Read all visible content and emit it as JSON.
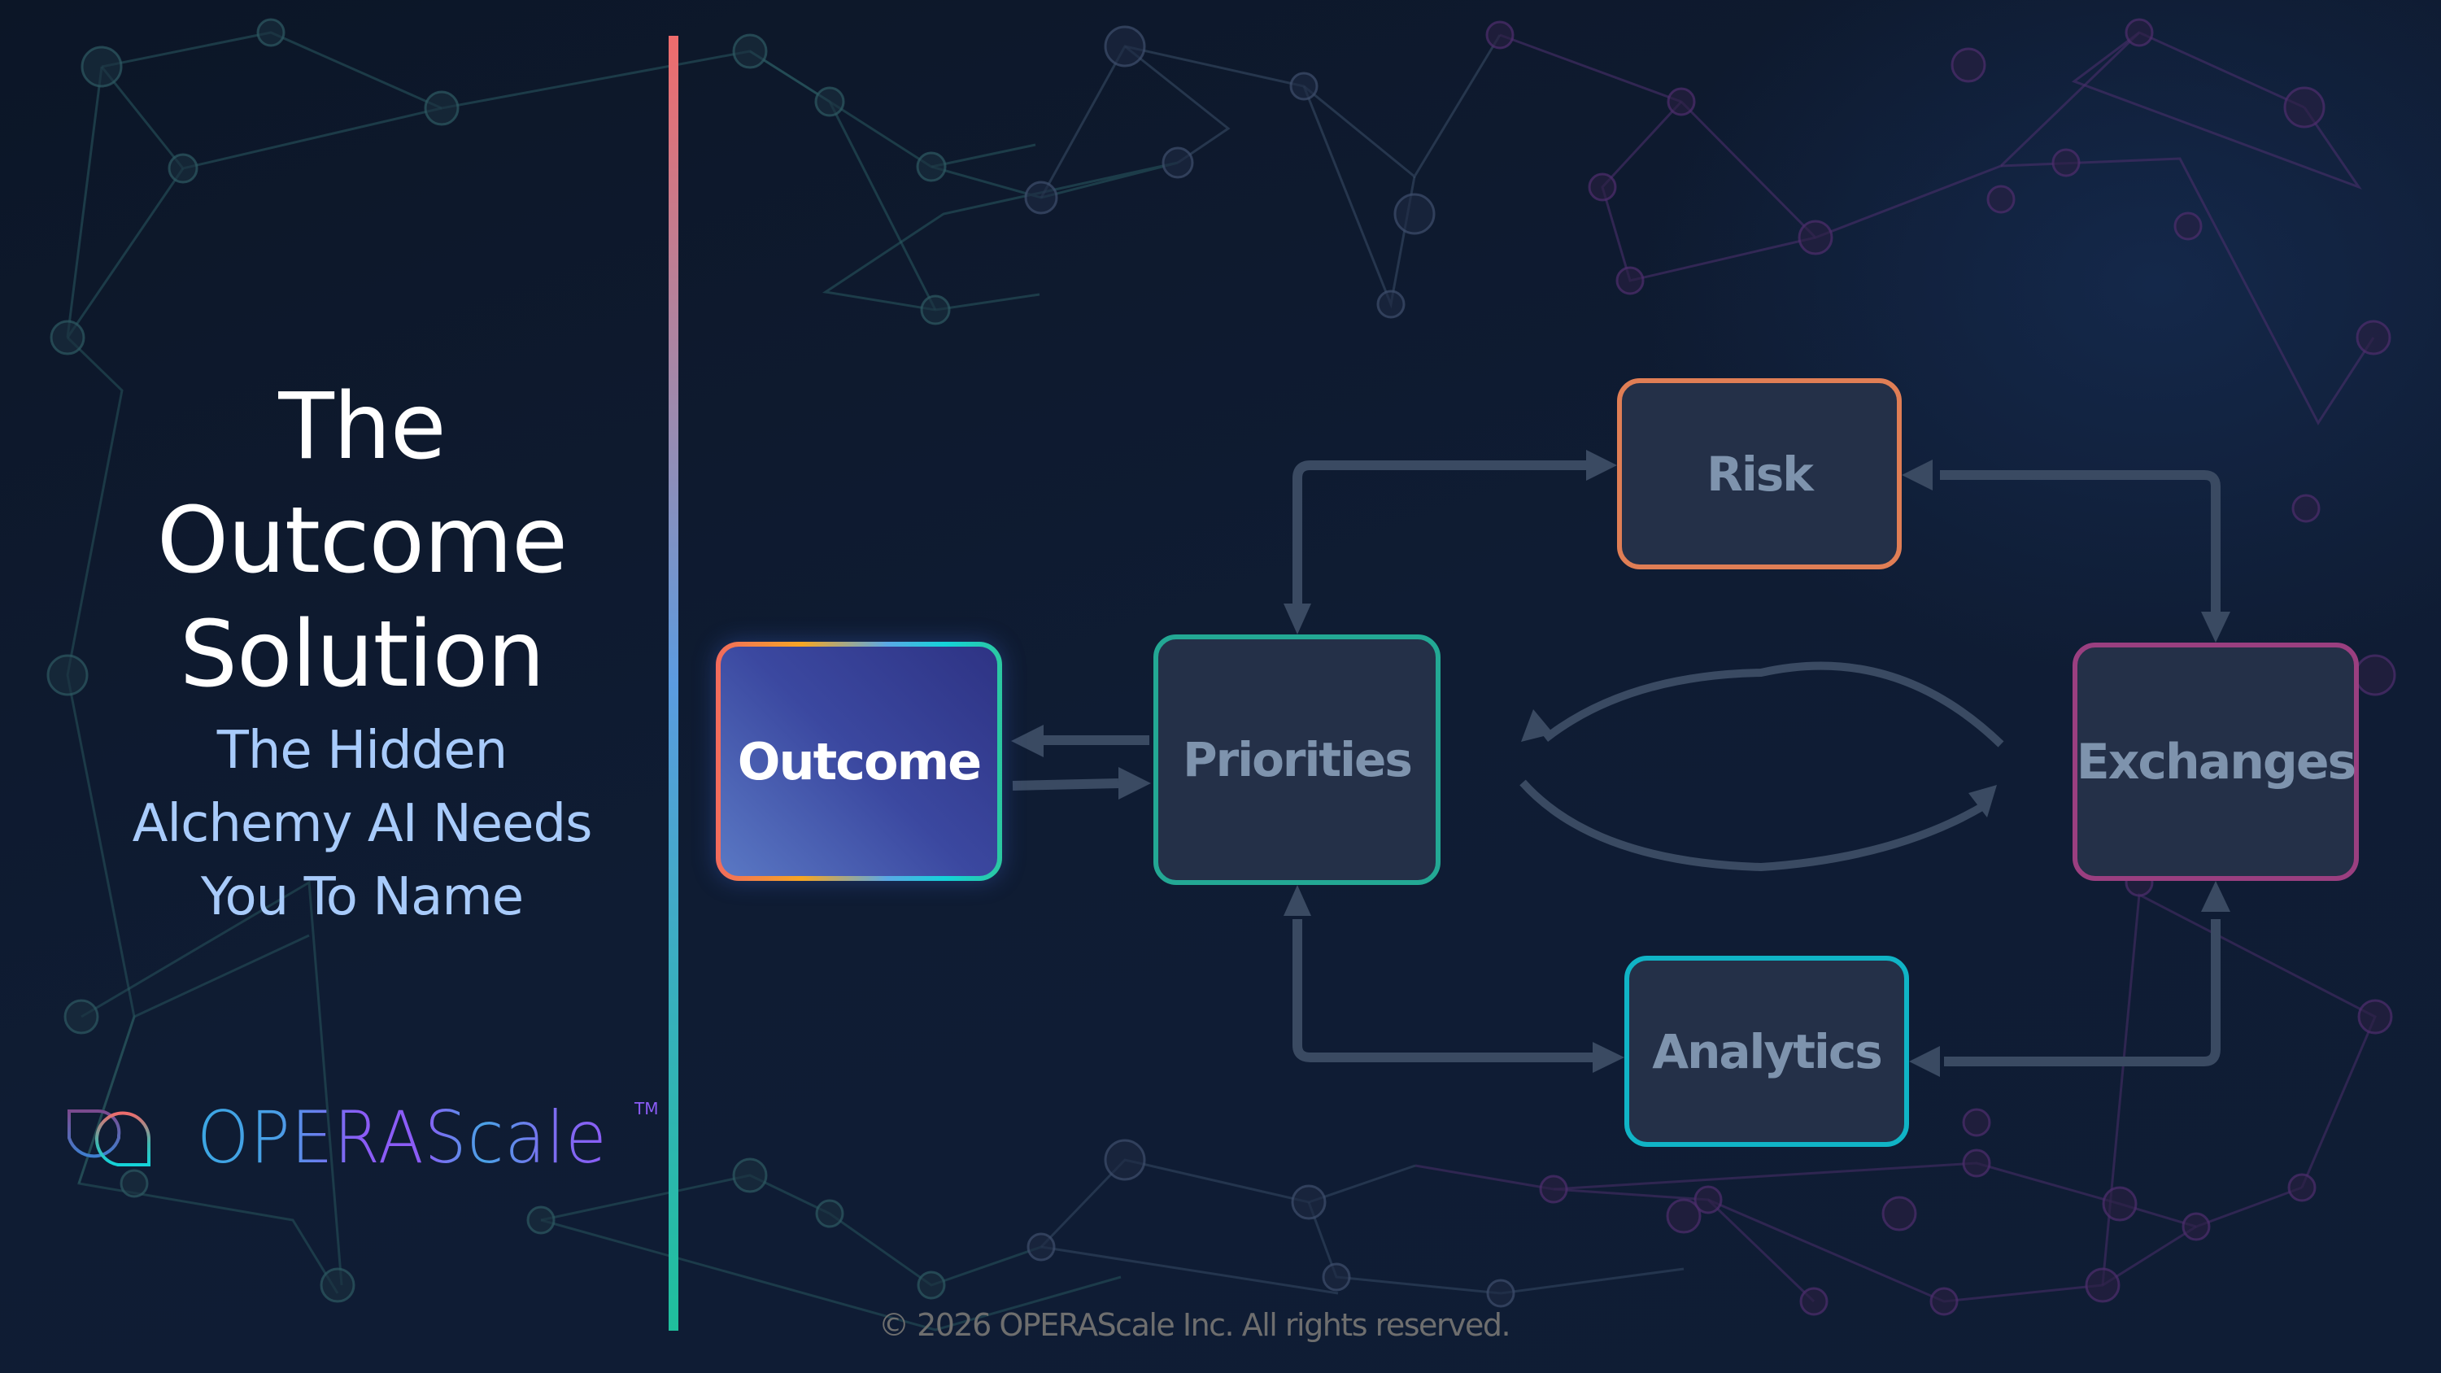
{
  "slide": {
    "title_lines": [
      "The",
      "Outcome",
      "Solution"
    ],
    "subtitle_lines": [
      "The Hidden",
      "Alchemy AI Needs",
      "You To Name"
    ],
    "logo": {
      "icon": "operascale-logo-mark-icon",
      "text": "OPERAScale",
      "trademark": "TM"
    },
    "footer": "© 2026 OPERAScale Inc. All rights reserved."
  },
  "diagram": {
    "nodes": [
      {
        "id": "outcome",
        "label": "Outcome",
        "border_color": "gradient",
        "highlighted": true
      },
      {
        "id": "priorities",
        "label": "Priorities",
        "border_color": "#23a894"
      },
      {
        "id": "risk",
        "label": "Risk",
        "border_color": "#e07e55"
      },
      {
        "id": "exchanges",
        "label": "Exchanges",
        "border_color": "#9a3f80"
      },
      {
        "id": "analytics",
        "label": "Analytics",
        "border_color": "#10b4c6"
      }
    ],
    "edges": [
      {
        "from": "priorities",
        "to": "outcome",
        "type": "arrow"
      },
      {
        "from": "outcome",
        "to": "priorities",
        "type": "arrow"
      },
      {
        "from": "priorities",
        "to": "risk",
        "type": "bidirectional"
      },
      {
        "from": "risk",
        "to": "exchanges",
        "type": "bidirectional"
      },
      {
        "from": "priorities",
        "to": "analytics",
        "type": "bidirectional"
      },
      {
        "from": "analytics",
        "to": "exchanges",
        "type": "bidirectional"
      },
      {
        "from": "exchanges",
        "to": "priorities",
        "type": "curved-arrow"
      },
      {
        "from": "priorities",
        "to": "exchanges",
        "type": "curved-arrow"
      }
    ],
    "colors": {
      "arrow": "#3a4a62",
      "node_fill": "#243048",
      "node_text": "#7e93ad",
      "background": "#0f1c33"
    }
  },
  "divider": {
    "gradient": [
      "#ef6c6c",
      "#5b9be0",
      "#1fbf9c"
    ]
  }
}
